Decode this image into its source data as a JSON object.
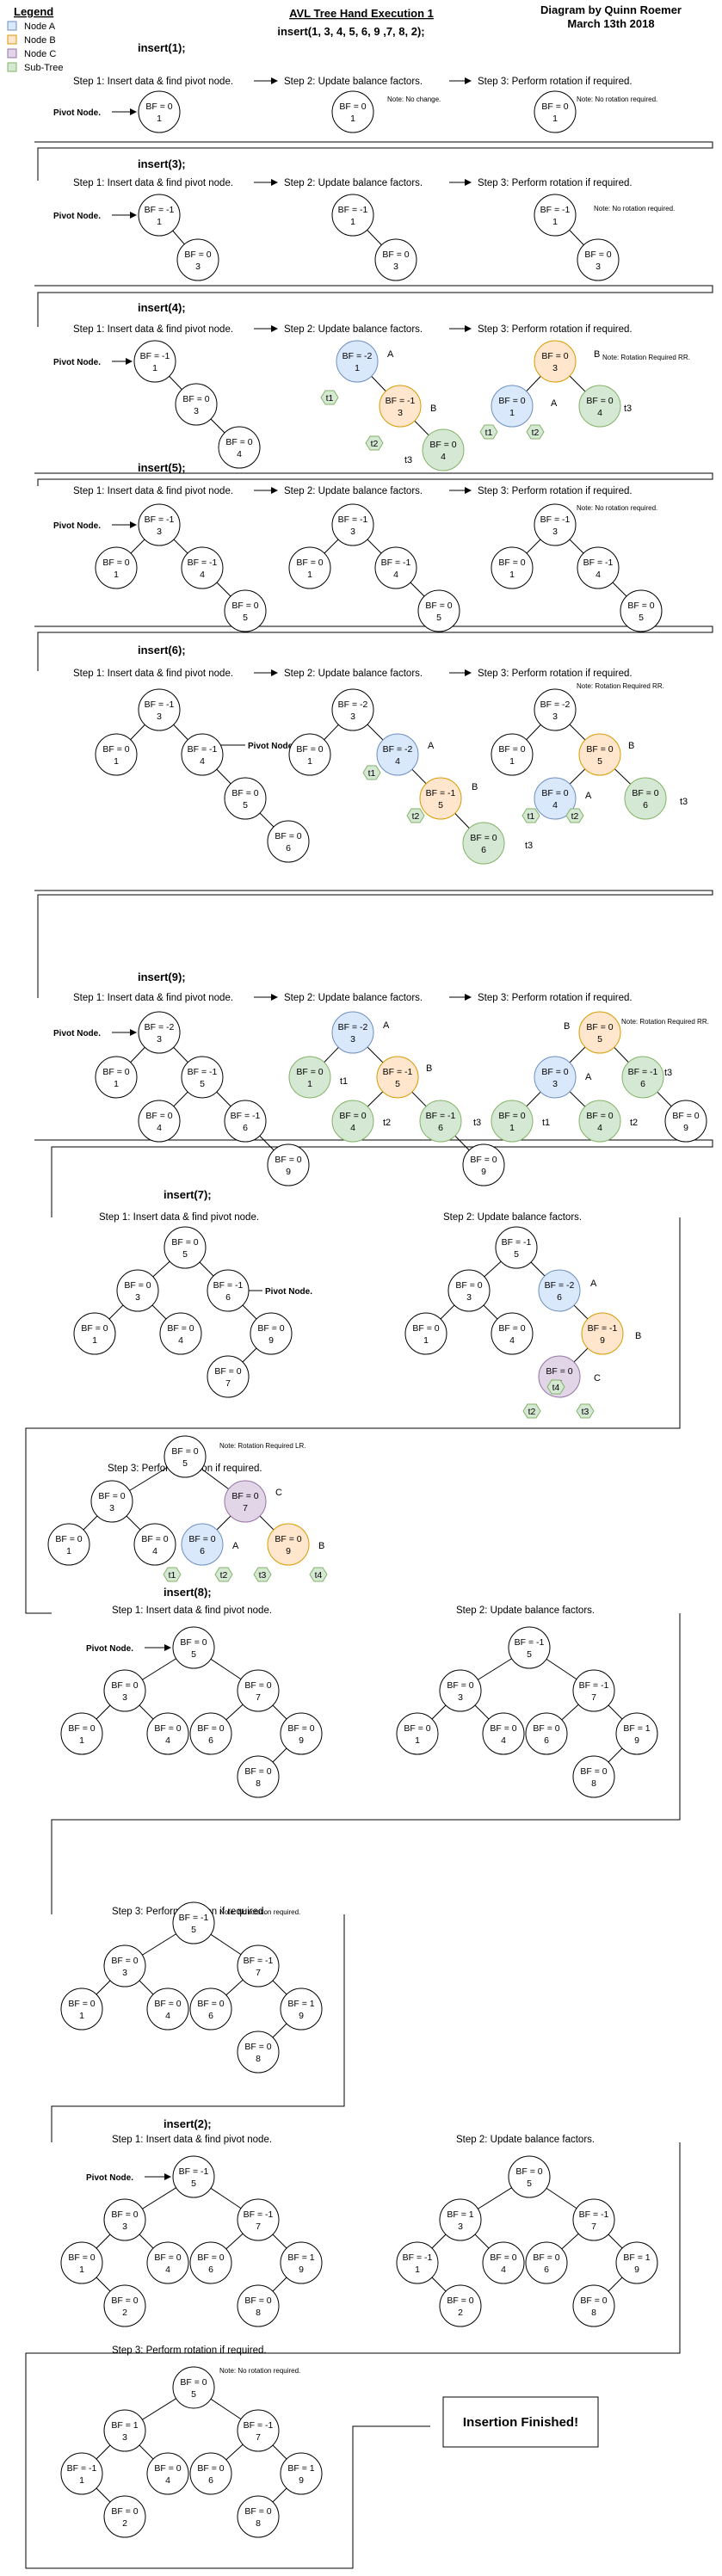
{
  "header": {
    "title": "AVL Tree Hand Execution 1",
    "sequence": "insert(1, 3, 4, 5, 6, 9 ,7, 8, 2);",
    "credit_line1": "Diagram by Quinn Roemer",
    "credit_line2": "March 13th 2018"
  },
  "legend": {
    "title": "Legend",
    "items": [
      {
        "label": "Node A",
        "fill": "#dae8fc",
        "stroke": "#6c8ebf"
      },
      {
        "label": "Node B",
        "fill": "#ffe6cc",
        "stroke": "#d79b00"
      },
      {
        "label": "Node C",
        "fill": "#e1d5e7",
        "stroke": "#9673a6"
      },
      {
        "label": "Sub-Tree",
        "fill": "#d5e8d4",
        "stroke": "#82b366"
      }
    ]
  },
  "colors": {
    "white": "#ffffff",
    "A": "#dae8fc",
    "A_stroke": "#6c8ebf",
    "B": "#ffe6cc",
    "B_stroke": "#d79b00",
    "C": "#e1d5e7",
    "C_stroke": "#9673a6",
    "subtree": "#d5e8d4",
    "subtree_stroke": "#82b366"
  },
  "labels": {
    "step1": "Step 1: Insert data & find pivot node.",
    "step2": "Step 2: Update balance factors.",
    "step3": "Step 3: Perform rotation if required.",
    "pivot": "Pivot Node.",
    "note_no_change": "Note: No change.",
    "note_no_rotation": "Note: No rotation required.",
    "note_rr": "Note: Rotation Required RR.",
    "note_lr": "Note: Rotation Required LR.",
    "finished": "Insertion Finished!"
  },
  "sections": [
    {
      "title": "insert(1);"
    },
    {
      "title": "insert(3);"
    },
    {
      "title": "insert(4);"
    },
    {
      "title": "insert(5);"
    },
    {
      "title": "insert(6);"
    },
    {
      "title": "insert(9);"
    },
    {
      "title": "insert(7);"
    },
    {
      "title": "insert(8);"
    },
    {
      "title": "insert(2);"
    }
  ]
}
